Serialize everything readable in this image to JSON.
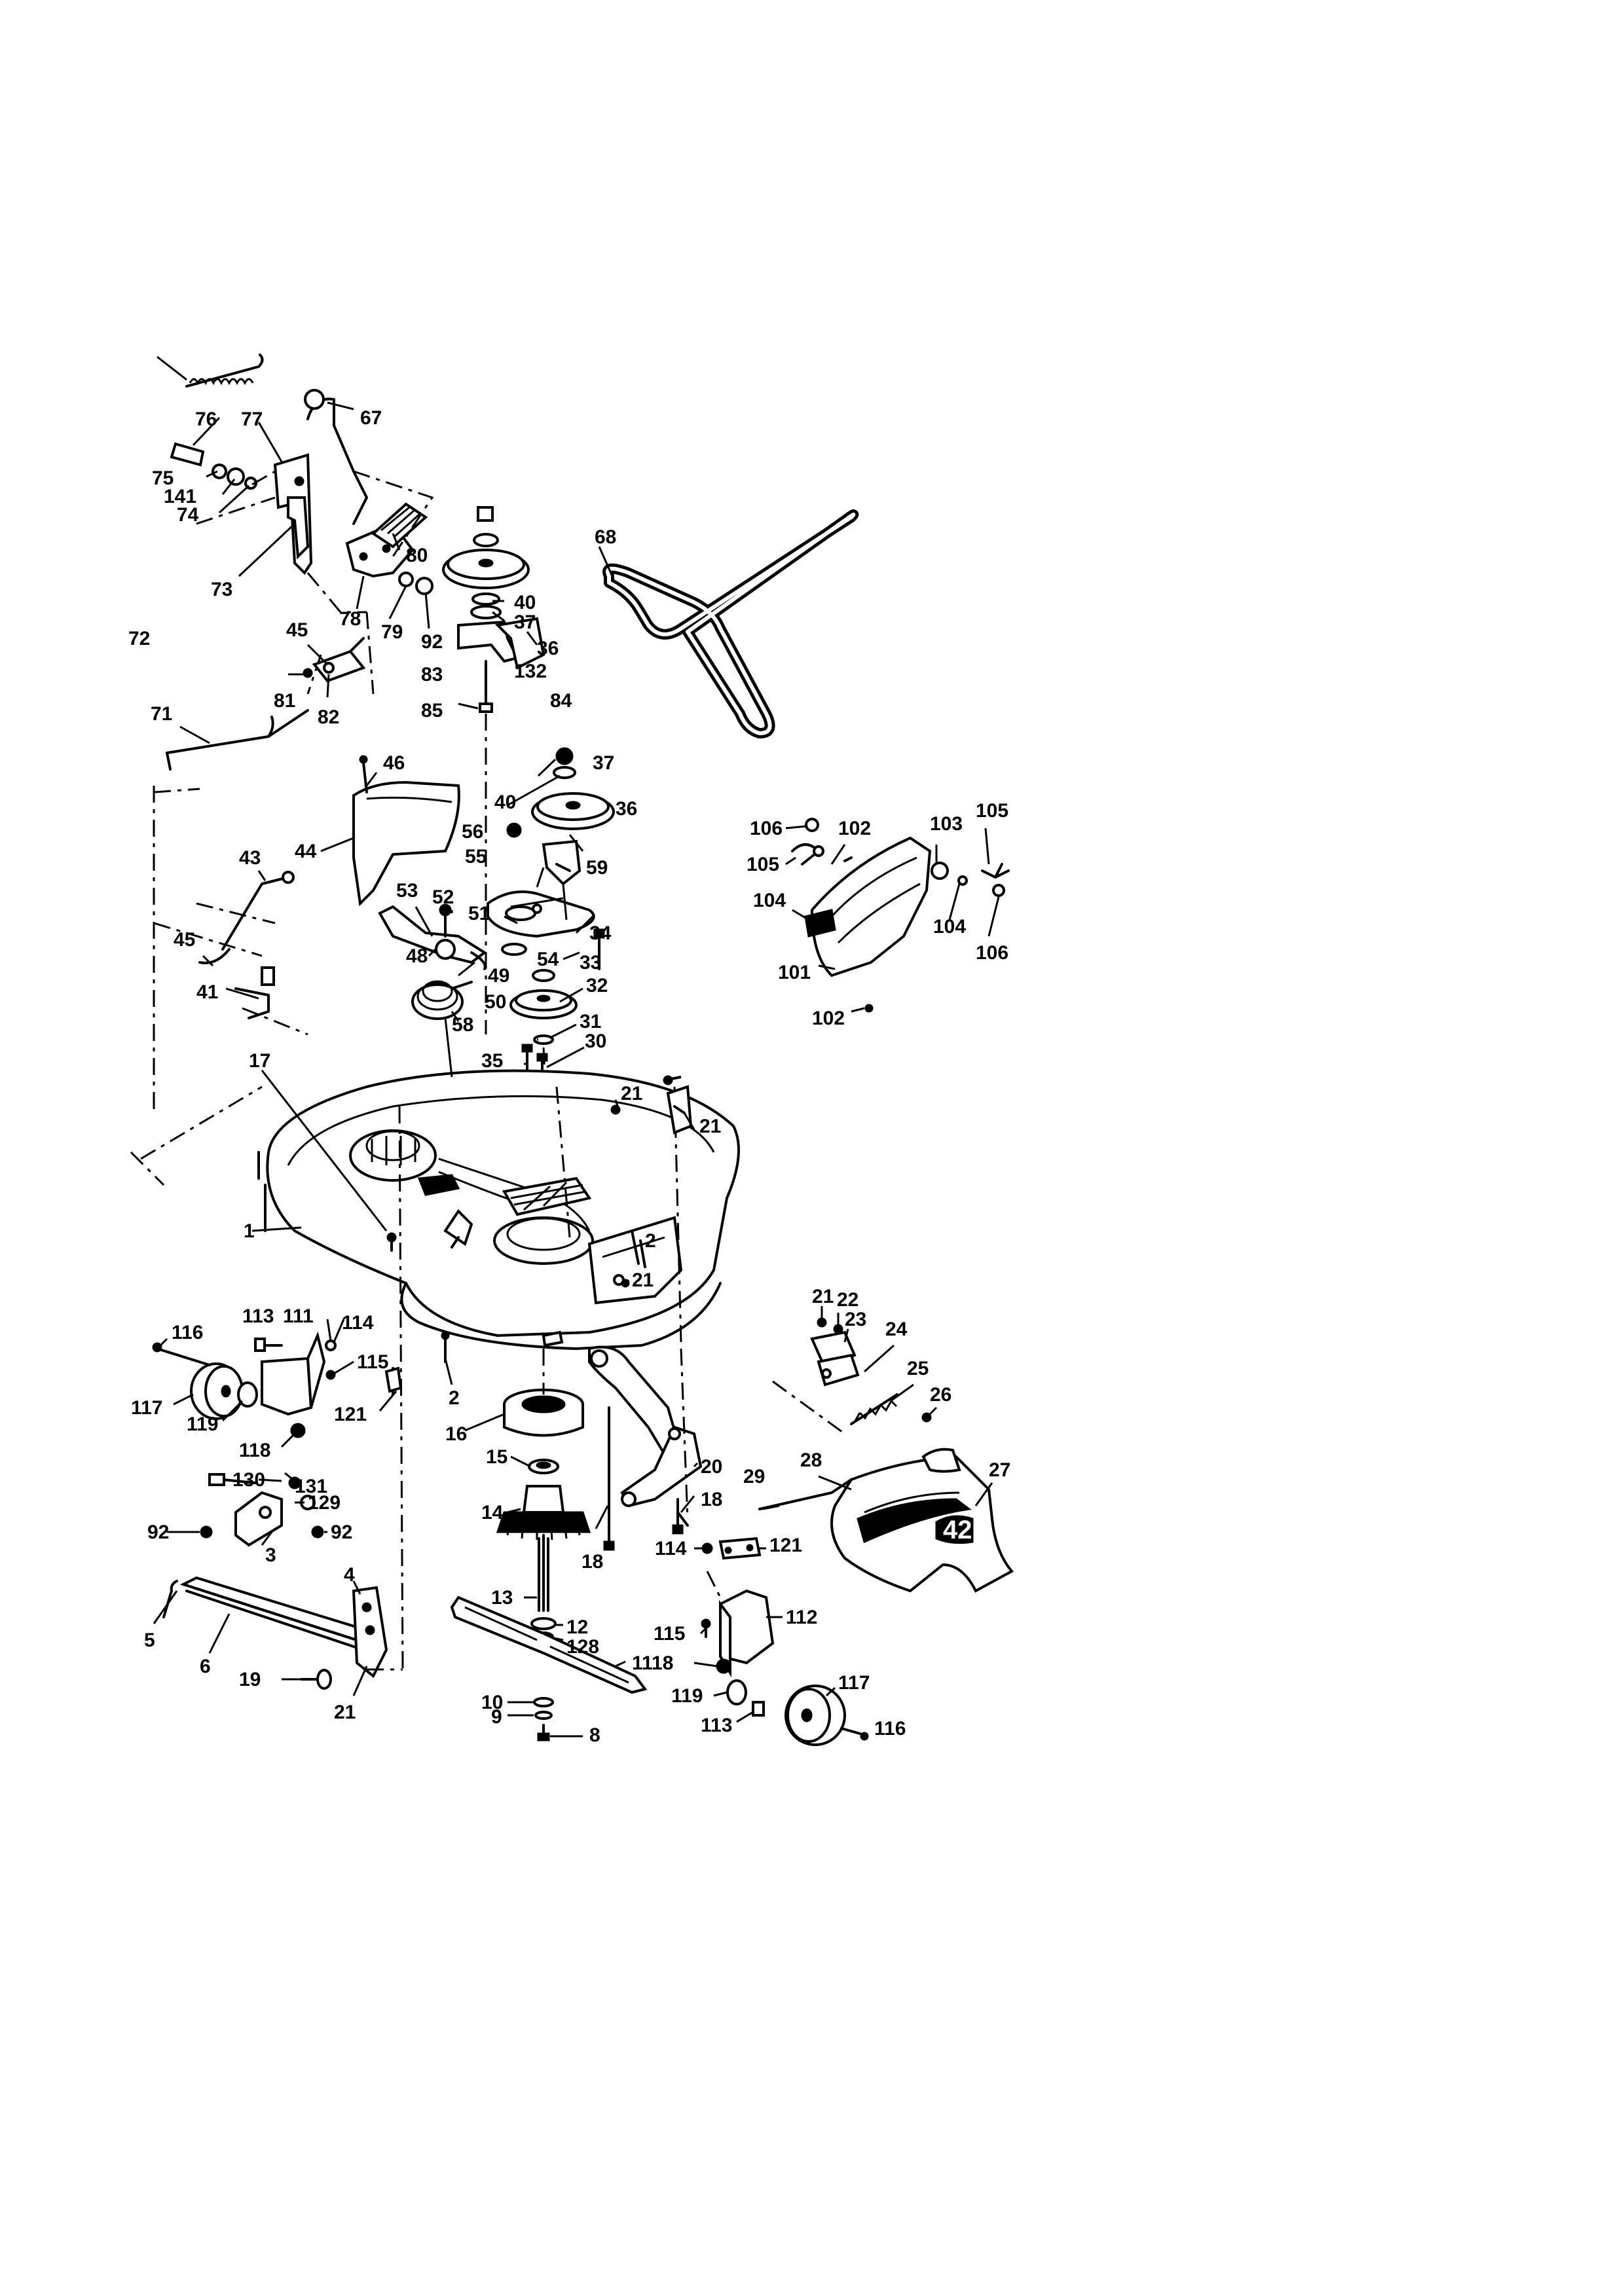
{
  "labels": [
    "76",
    "77",
    "67",
    "75",
    "141",
    "74",
    "73",
    "80",
    "78",
    "79",
    "92",
    "68",
    "40",
    "37",
    "36",
    "83",
    "132",
    "84",
    "85",
    "72",
    "45",
    "81",
    "82",
    "71",
    "46",
    "44",
    "106",
    "102",
    "103",
    "105",
    "105",
    "104",
    "104",
    "106",
    "101",
    "102",
    "43",
    "53",
    "52",
    "40",
    "37",
    "36",
    "56",
    "55",
    "59",
    "51",
    "34",
    "48",
    "49",
    "50",
    "33",
    "32",
    "45",
    "41",
    "54",
    "31",
    "58",
    "35",
    "30",
    "21",
    "21",
    "17",
    "1",
    "2",
    "21",
    "113",
    "111",
    "114",
    "116",
    "115",
    "117",
    "119",
    "121",
    "118",
    "21",
    "22",
    "23",
    "24",
    "25",
    "26",
    "2",
    "16",
    "15",
    "130",
    "131",
    "129",
    "92",
    "92",
    "14",
    "20",
    "18",
    "18",
    "3",
    "29",
    "28",
    "27",
    "114",
    "121",
    "4",
    "5",
    "6",
    "13",
    "12",
    "128",
    "11",
    "115",
    "112",
    "118",
    "119",
    "117",
    "19",
    "21",
    "10",
    "9",
    "8",
    "113",
    "116"
  ],
  "decal_text": "42"
}
